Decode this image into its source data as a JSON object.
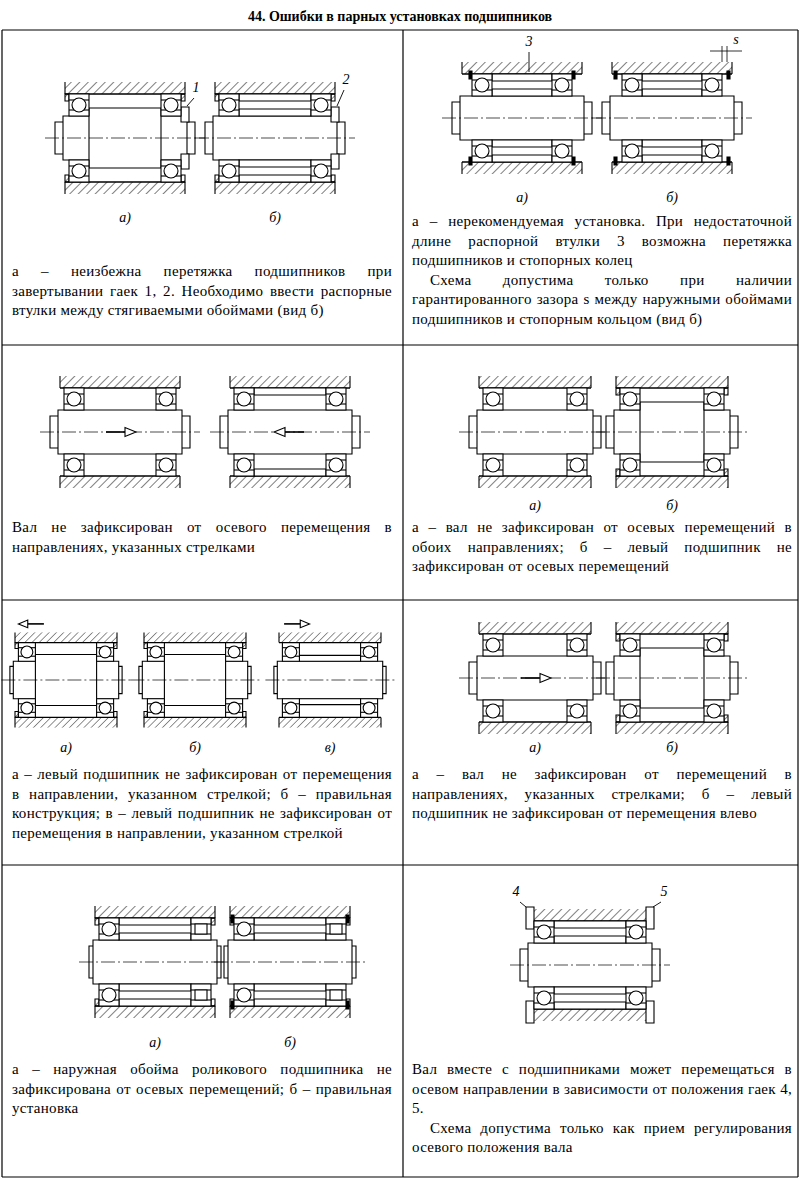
{
  "diagram": {
    "title": "44. Ошибки в парных установках подшипников",
    "labels": [
      "1",
      "2",
      "а)",
      "б)",
      "а – неизбежна перетяжка подшипников при завертывании гаек 1, 2. Необходимо ввести распорные втулки между стягиваемыми обоймами (вид б)",
      "3",
      "s",
      "а)",
      "б)",
      "а – нерекомендуемая установка. При недостаточной длине распорной втулки 3 возможна перетяжка подшипников и стопорных колец",
      "Схема допустима только при наличии гарантированного зазора s между наружными обоймами подшипников и стопорным кольцом (вид б)",
      "Вал не зафиксирован от осевого перемещения в направлениях, указанных стрелками",
      "а)",
      "б)",
      "а – вал не зафиксирован от осевых перемещений в обоих направлениях; б – левый подшипник не зафиксирован от осевых перемещений",
      "а)",
      "б)",
      "в)",
      "а – левый подшипник не зафиксирован от перемещения в направлении, указанном стрелкой; б – правильная конструкция; в – левый подшипник не зафиксирован от перемещения в направлении, указанном стрелкой",
      "а)",
      "б)",
      "а – вал не зафиксирован от перемещений в направлениях, указанных стрелками; б – левый подшипник не зафиксирован от перемещения влево",
      "а)",
      "б)",
      "а – наружная обойма роликового подшипника не зафиксирована от осевых перемещений; б – правильная установка",
      "4",
      "5",
      "Вал вместе с подшипниками может перемещаться в осевом направлении в зависимости от положения гаек 4, 5.",
      "Схема допустима только как прием регулирования осевого положения вала"
    ]
  }
}
